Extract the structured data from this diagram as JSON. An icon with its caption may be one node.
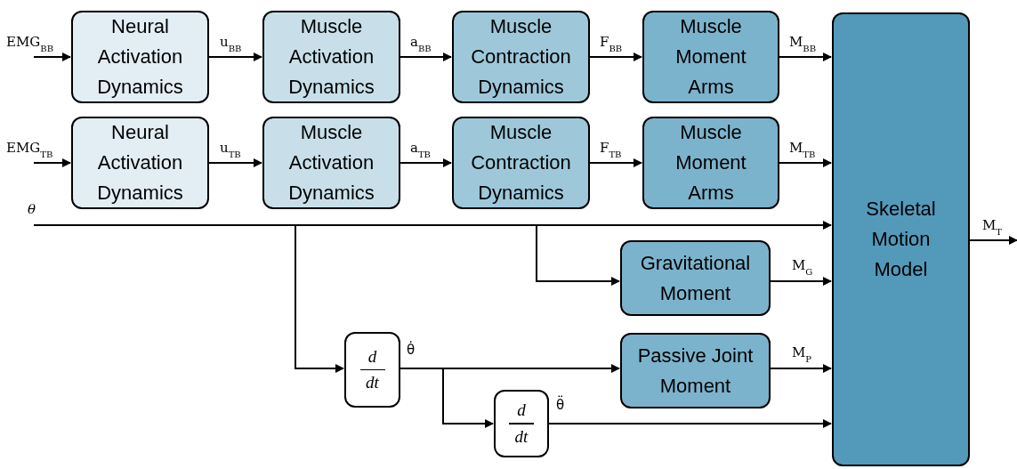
{
  "diagram": {
    "nodes": [
      {
        "text": [
          "Neural Activation Dynamics"
        ]
      },
      {
        "text": [
          "Muscle Activation Dynamics"
        ]
      },
      {
        "text": [
          "Muscle Contraction Dynamics"
        ]
      },
      {
        "text": [
          "Muscle Moment Arms"
        ]
      },
      {
        "text": [
          "Neural Activation Dynamics"
        ]
      },
      {
        "text": [
          "Muscle Activation Dynamics"
        ]
      },
      {
        "text": [
          "Muscle Contraction Dynamics"
        ]
      },
      {
        "text": [
          "Muscle Moment Arms"
        ]
      },
      {
        "text": [
          "Skeletal Motion Model"
        ]
      },
      {
        "text": [
          "Gravitational Moment"
        ]
      },
      {
        "text": [
          "d",
          "dt"
        ]
      },
      {
        "text": [
          "Passive Joint Moment"
        ]
      },
      {
        "text": [
          "d",
          "dt"
        ]
      }
    ],
    "edges": [
      {
        "from": null,
        "to": 0,
        "arrow": "to",
        "label": "EMG$_{BB}$"
      },
      {
        "from": 0,
        "to": 1,
        "arrow": "to",
        "label": "u$_{BB}$"
      },
      {
        "from": 1,
        "to": 2,
        "arrow": "to",
        "label": "a$_{BB}$"
      },
      {
        "from": 2,
        "to": 3,
        "arrow": "to",
        "label": "F$_{BB}$"
      },
      {
        "from": 3,
        "to": 8,
        "arrow": "to",
        "label": "M$_{BB}$"
      },
      {
        "from": null,
        "to": 4,
        "arrow": "to",
        "label": "EMG$_{TB}$"
      },
      {
        "from": 4,
        "to": 5,
        "arrow": "to",
        "label": "u$_{TB}$"
      },
      {
        "from": 5,
        "to": 6,
        "arrow": "to",
        "label": "a$_{TB}$"
      },
      {
        "from": 6,
        "to": 7,
        "arrow": "to",
        "label": "F$_{TB}$"
      },
      {
        "from": 7,
        "to": 8,
        "arrow": "to",
        "label": "M$_{TB}$"
      },
      {
        "from": null,
        "to": 8,
        "arrow": "to",
        "label": "θ"
      },
      {
        "from": null,
        "to": 9,
        "arrow": "to"
      },
      {
        "from": null,
        "to": 10,
        "arrow": "to"
      },
      {
        "from": 9,
        "to": 8,
        "arrow": "to",
        "label": "M$_{G}$"
      },
      {
        "from": 10,
        "to": 11,
        "arrow": "to",
        "label": "θ̇"
      },
      {
        "from": 10,
        "to": 12,
        "arrow": "to"
      },
      {
        "from": 11,
        "to": 8,
        "arrow": "to",
        "label": "M$_{P}$"
      },
      {
        "from": 12,
        "to": 8,
        "arrow": "to",
        "label": "θ̈"
      },
      {
        "from": 8,
        "to": null,
        "arrow": "to",
        "label": "M$_{T}$"
      }
    ]
  }
}
